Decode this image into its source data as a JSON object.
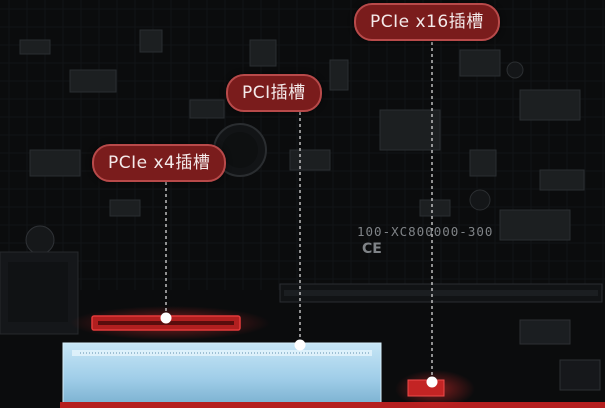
{
  "callouts": {
    "pcie_x16": "PCIe x16插槽",
    "pci": "PCI插槽",
    "pcie_x4": "PCIe x4插槽"
  },
  "board": {
    "part_number": "100-XC800000-300",
    "ce_mark": "CE"
  },
  "colors": {
    "callout_fill": "#7a1c1c",
    "callout_border": "#b84a4a",
    "slot_red": "#c42222",
    "pci_slot_blue": "#a9d6ef",
    "board_dark": "#0b0c0d"
  }
}
